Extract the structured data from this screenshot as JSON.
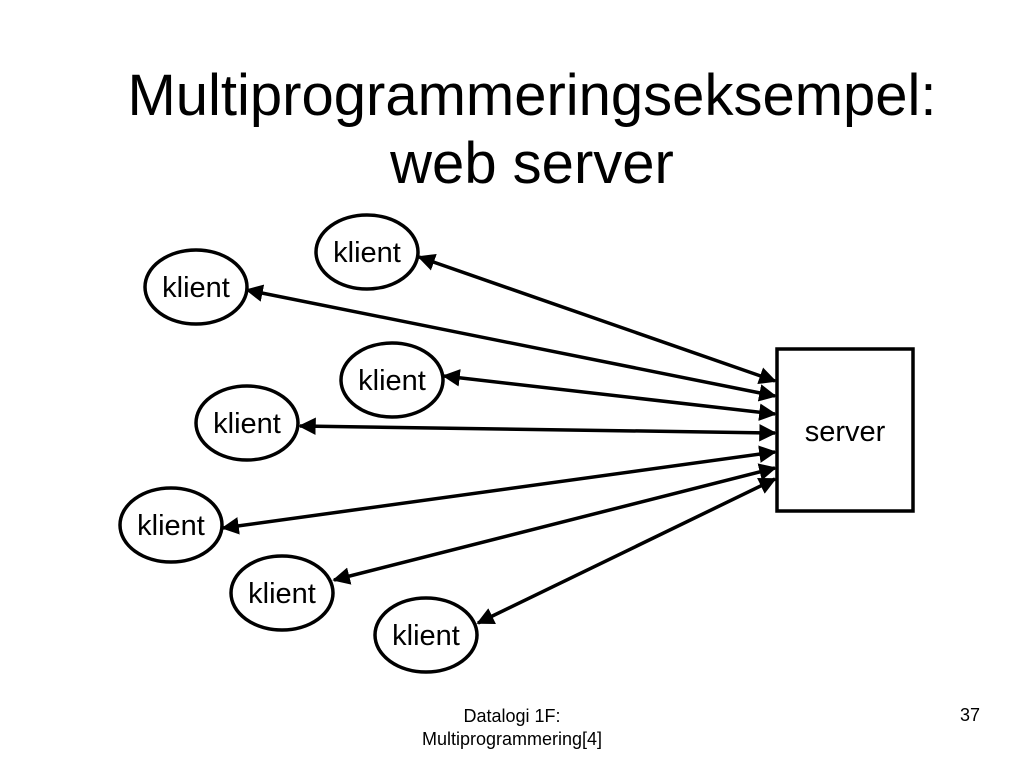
{
  "slide": {
    "title_line1": "Multiprogrammeringseksempel:",
    "title_line2": "web server"
  },
  "diagram": {
    "server_label": "server",
    "clients": [
      "klient",
      "klient",
      "klient",
      "klient",
      "klient",
      "klient",
      "klient"
    ],
    "connections": "bidirectional"
  },
  "footer": {
    "line1": "Datalogi 1F:",
    "line2": "Multiprogrammering[4]",
    "page_number": "37"
  }
}
